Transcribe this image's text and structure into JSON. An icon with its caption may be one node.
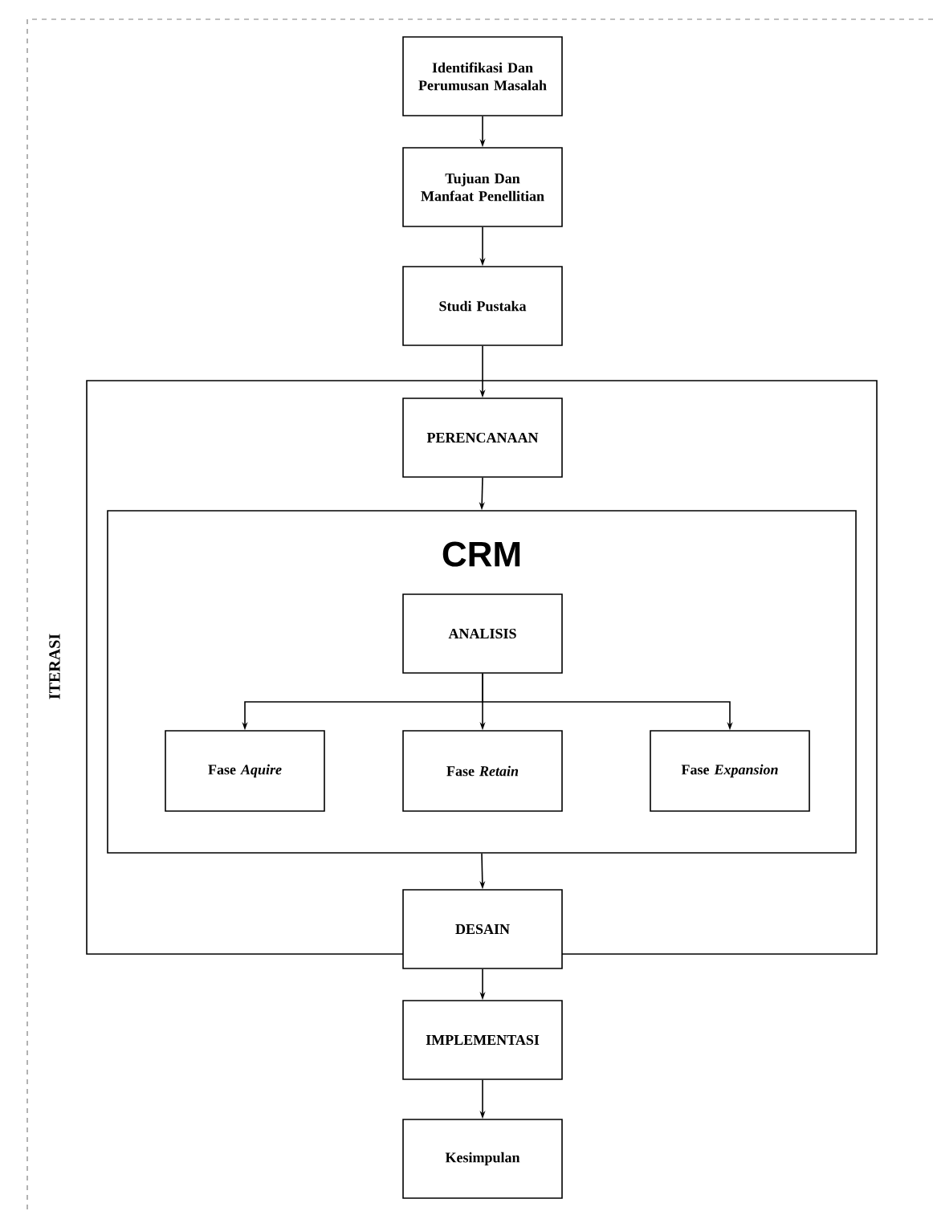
{
  "diagram": {
    "nodes": [
      {
        "text": [
          "Identifikasi Dan Perumusan Masalah"
        ]
      },
      {
        "text": [
          "Tujuan Dan Manfaat Penellitian"
        ]
      },
      {
        "text": [
          "Studi Pustaka"
        ]
      },
      {
        "text": [
          "ITERASI"
        ]
      },
      {
        "text": [
          "PERENCANAAN"
        ],
        "in": 3
      },
      {
        "text": [
          "CRM"
        ],
        "in": 3
      },
      {
        "text": [
          "ANALISIS"
        ],
        "in": 5
      },
      {
        "text": [
          "Fase *Aquire*"
        ],
        "in": 5
      },
      {
        "text": [
          "Fase *Retain*"
        ],
        "in": 5
      },
      {
        "text": [
          "Fase *Expansion*"
        ],
        "in": 5
      },
      {
        "text": [
          "DESAIN"
        ]
      },
      {
        "text": [
          "IMPLEMENTASI"
        ]
      },
      {
        "text": [
          "Kesimpulan"
        ]
      }
    ],
    "edges": [
      {
        "from": 0,
        "to": 1,
        "arrow": "to"
      },
      {
        "from": 1,
        "to": 2,
        "arrow": "to"
      },
      {
        "from": 2,
        "to": 4,
        "arrow": "to"
      },
      {
        "from": 4,
        "to": 5,
        "arrow": "to"
      },
      {
        "from": 6,
        "to": 7,
        "arrow": "to"
      },
      {
        "from": 6,
        "to": 8,
        "arrow": "to"
      },
      {
        "from": 6,
        "to": 9,
        "arrow": "to"
      },
      {
        "from": 5,
        "to": 10,
        "arrow": "to"
      },
      {
        "from": 10,
        "to": 11,
        "arrow": "to"
      },
      {
        "from": 11,
        "to": 12,
        "arrow": "to"
      }
    ]
  }
}
